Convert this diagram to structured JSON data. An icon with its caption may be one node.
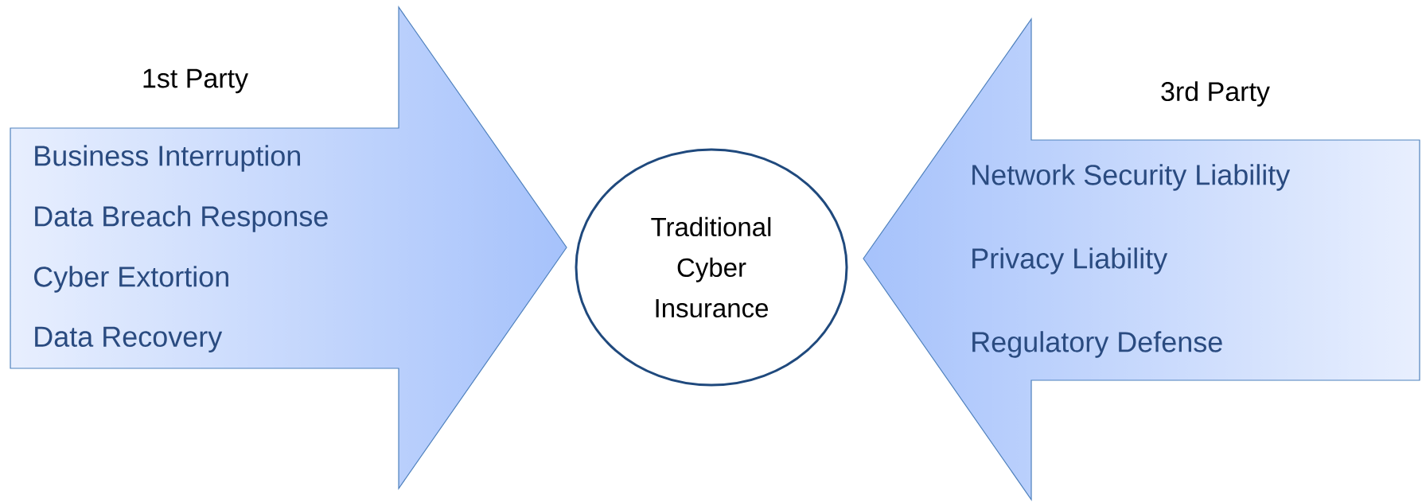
{
  "diagram": {
    "nodes": [
      {
        "text": [
          "1st Party",
          "Business Interruption",
          "Data Breach Response",
          "Cyber Extortion",
          "Data Recovery"
        ]
      },
      {
        "text": [
          "Traditional Cyber Insurance"
        ]
      },
      {
        "text": [
          "3rd Party",
          "Network Security Liability",
          "Privacy Liability",
          "Regulatory Defense"
        ]
      }
    ]
  }
}
